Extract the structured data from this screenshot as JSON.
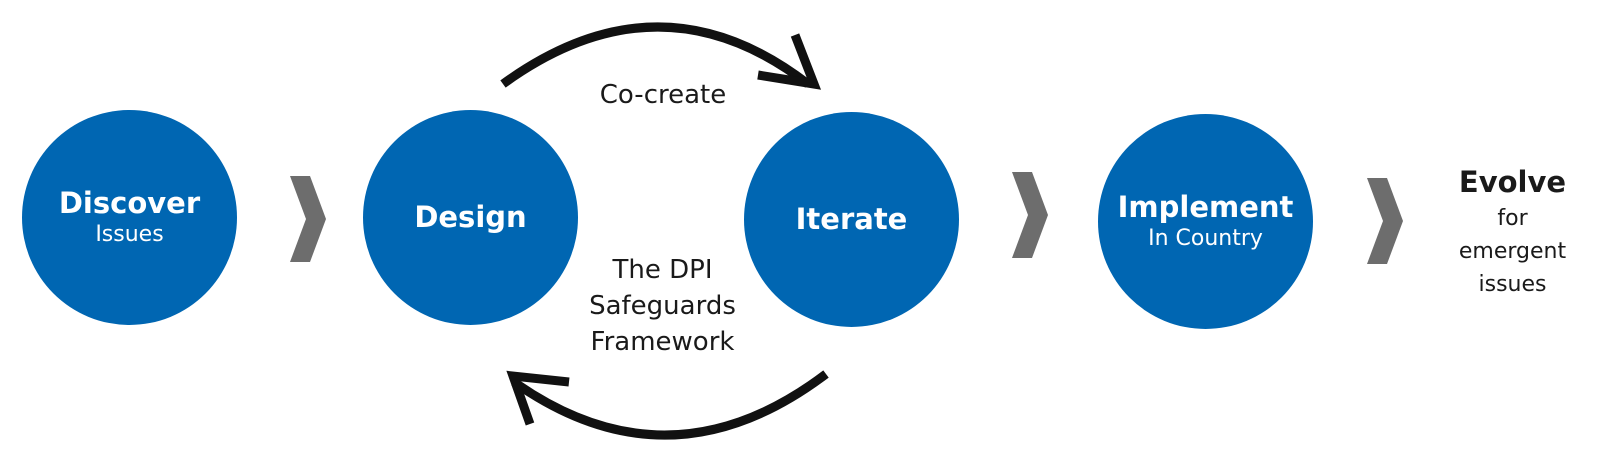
{
  "colors": {
    "circle_fill": "#0066b2",
    "circle_text": "#ffffff",
    "chevron": "#6d6d6d",
    "arrow": "#111111",
    "text": "#1a1a1a"
  },
  "steps": [
    {
      "title": "Discover",
      "subtitle": "Issues"
    },
    {
      "title": "Design",
      "subtitle": ""
    },
    {
      "title": "Iterate",
      "subtitle": ""
    },
    {
      "title": "Implement",
      "subtitle": "In Country"
    }
  ],
  "cycle": {
    "top_label": "Co-create",
    "center_label_lines": [
      "The DPI",
      "Safeguards",
      "Framework"
    ]
  },
  "final_step": {
    "title": "Evolve",
    "desc_lines": [
      "for",
      "emergent",
      "issues"
    ]
  }
}
